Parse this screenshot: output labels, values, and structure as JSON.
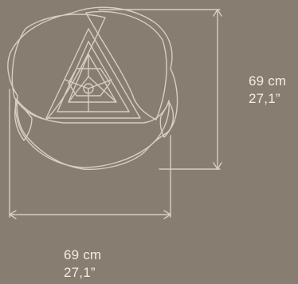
{
  "colors": {
    "background": "#877d70",
    "line": "#d8cec0",
    "text": "#f2ede5"
  },
  "dimensions": {
    "height": {
      "metric": "69 cm",
      "imperial": "27,1”"
    },
    "width": {
      "metric": "69 cm",
      "imperial": "27,1”"
    }
  }
}
